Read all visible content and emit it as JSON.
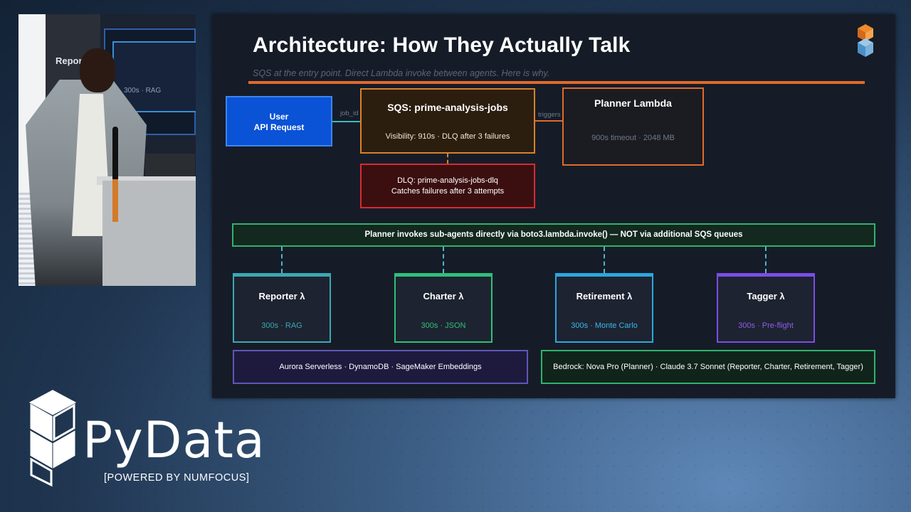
{
  "video_screen": {
    "title": "Reporter λ",
    "subtitle": "300s · RAG"
  },
  "slide": {
    "title": "Architecture: How They Actually Talk",
    "subtitle": "SQS at the entry point. Direct Lambda invoke between agents. Here is why.",
    "user_box": {
      "line1": "User",
      "line2": "API Request"
    },
    "edge_user_sqs": "job_id",
    "sqs_box": {
      "title": "SQS: prime-analysis-jobs",
      "detail": "Visibility: 910s  ·  DLQ after 3 failures"
    },
    "edge_sqs_planner": "triggers",
    "planner_box": {
      "title": "Planner Lambda",
      "detail": "900s timeout  ·  2048 MB"
    },
    "dlq_box": {
      "line1": "DLQ: prime-analysis-jobs-dlq",
      "line2": "Catches failures after 3 attempts"
    },
    "banner": "Planner invokes sub-agents directly via boto3.lambda.invoke() — NOT via additional SQS queues",
    "agents": [
      {
        "title": "Reporter λ",
        "detail": "300s · RAG",
        "color": "#3ba8b3"
      },
      {
        "title": "Charter λ",
        "detail": "300s · JSON",
        "color": "#2fc07a"
      },
      {
        "title": "Retirement λ",
        "detail": "300s · Monte Carlo",
        "color": "#2aa8e0"
      },
      {
        "title": "Tagger λ",
        "detail": "300s · Pre-flight",
        "color": "#8f5cf0"
      }
    ],
    "data_box": "Aurora Serverless  ·  DynamoDB  ·  SageMaker Embeddings",
    "models_box": "Bedrock: Nova Pro (Planner)  ·  Claude 3.7 Sonnet (Reporter, Charter, Retirement, Tagger)"
  },
  "branding": {
    "wordmark": "PyData",
    "powered_by": "[POWERED BY NUMFOCUS]",
    "logo_icon": "cube-stack-icon"
  },
  "colors": {
    "accent_orange": "#e06a2c",
    "user_blue": "#0a52d6",
    "dlq_red": "#d42b35",
    "banner_green": "#2fb36c"
  }
}
